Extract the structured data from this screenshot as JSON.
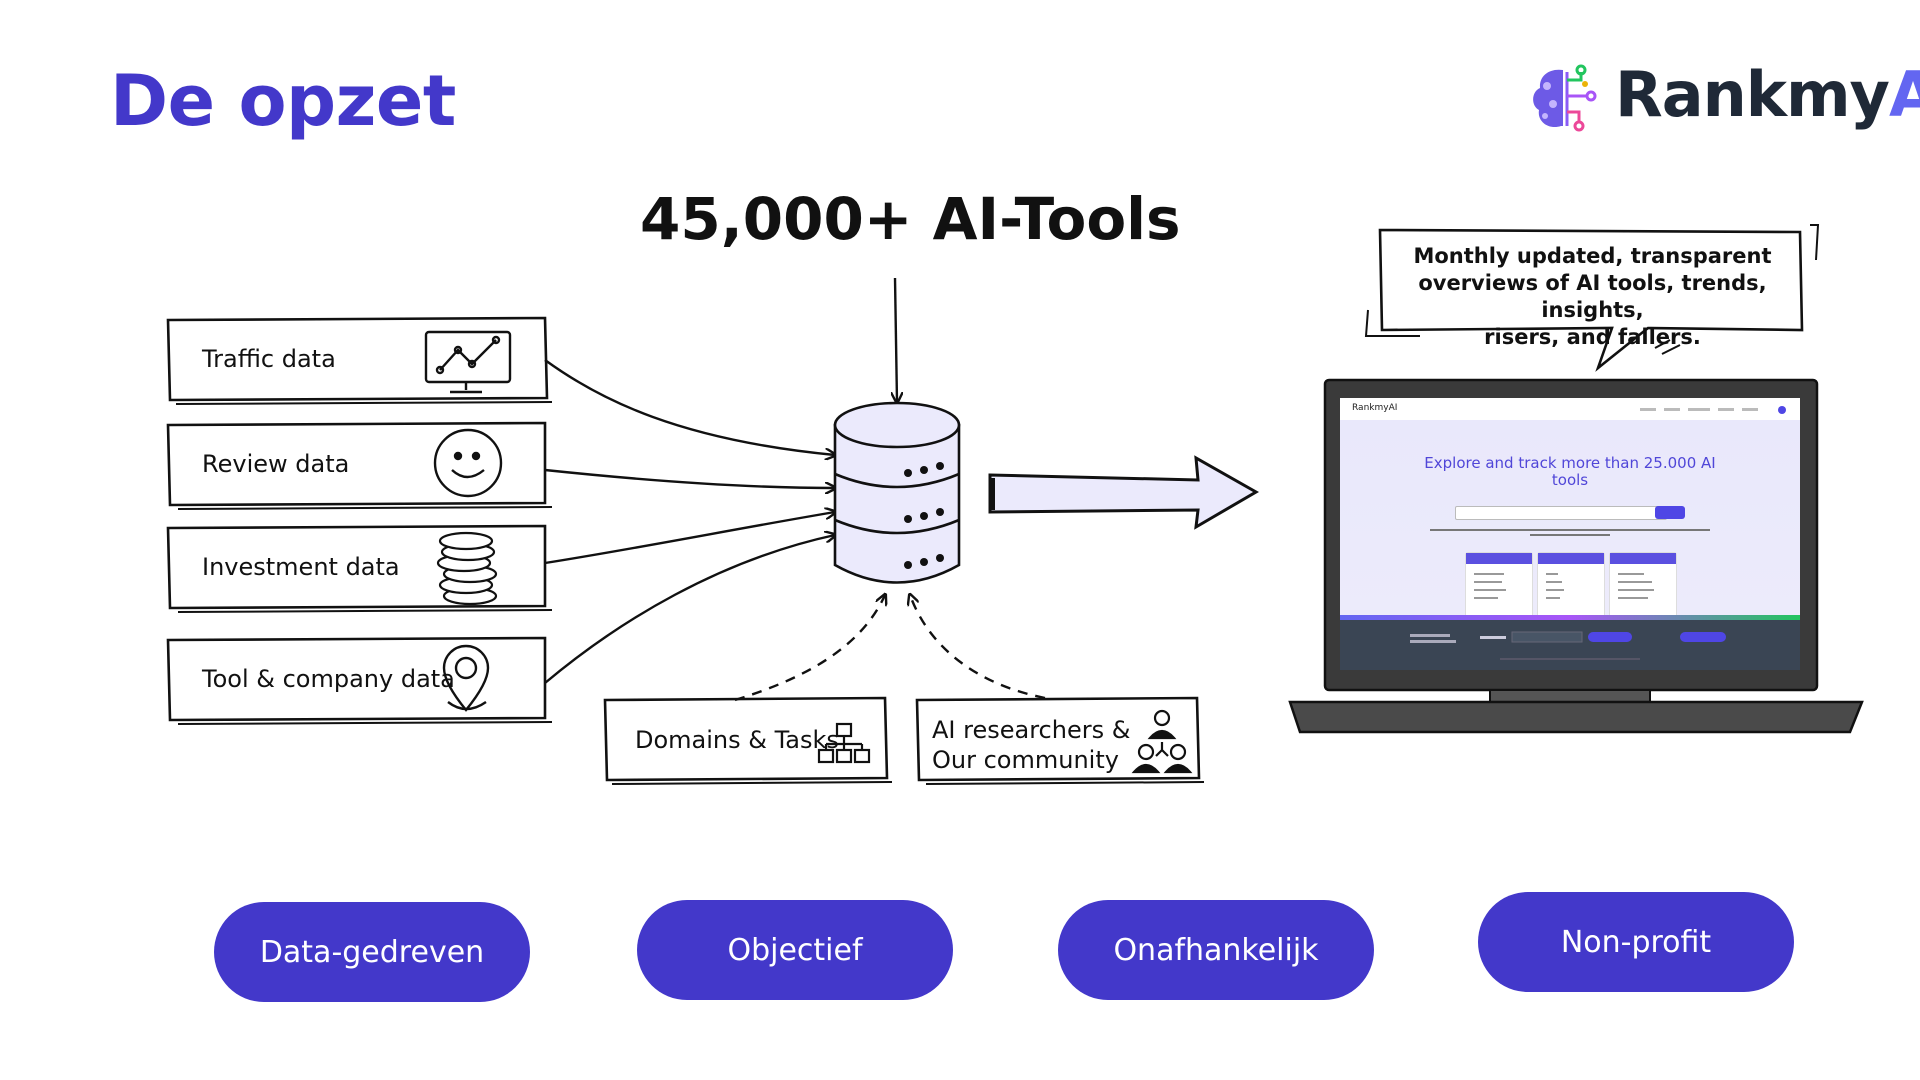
{
  "slide": {
    "title": "De opzet",
    "headline": "45,000+ AI-Tools"
  },
  "logo": {
    "name_main": "Rankmy",
    "name_accent": "AI",
    "icon": "brain-circuit-icon",
    "color_main": "#1f2937",
    "color_accent": "#6366f1"
  },
  "data_sources": [
    {
      "label": "Traffic data",
      "icon": "line-chart-monitor-icon"
    },
    {
      "label": "Review data",
      "icon": "smiley-face-icon"
    },
    {
      "label": "Investment data",
      "icon": "coin-stack-icon"
    },
    {
      "label": "Tool & company data",
      "icon": "location-pin-icon"
    }
  ],
  "inputs_bottom": [
    {
      "label": "Domains & Tasks",
      "icon": "org-chart-icon"
    },
    {
      "label_line1": "AI researchers &",
      "label_line2": "Our community",
      "icon": "people-group-icon"
    }
  ],
  "database": {
    "icon": "database-icon"
  },
  "speech_bubble": {
    "line1": "Monthly updated, transparent",
    "line2": "overviews of AI tools, trends, insights,",
    "line3": "risers, and fallers."
  },
  "laptop": {
    "icon": "laptop-icon",
    "screen_brand": "RankmyAI",
    "screen_heading": "Explore and track more than 25.000 AI tools"
  },
  "values": [
    "Data-gedreven",
    "Objectief",
    "Onafhankelijk",
    "Non-profit"
  ],
  "colors": {
    "accent": "#4338ca",
    "pill_text": "#ffffff"
  }
}
